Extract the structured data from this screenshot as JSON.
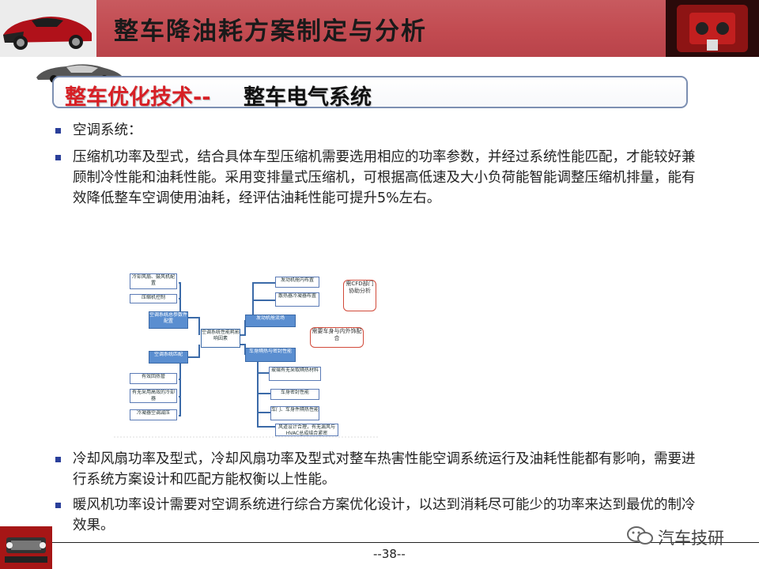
{
  "header": {
    "title": "整车降油耗方案制定与分析"
  },
  "section": {
    "title_red": "整车优化技术--",
    "title_black": "整车电气系统"
  },
  "bullets": [
    "空调系统：",
    "压缩机功率及型式，结合具体车型压缩机需要选用相应的功率参数，并经过系统性能匹配，才能较好兼顾制冷性能和油耗性能。采用变排量式压缩机，可根据高低速及大小负荷能智能调整压缩机排量，能有效降低整车空调使用油耗，经评估油耗性能可提升5%左右。",
    "冷却风扇功率及型式，冷却风扇功率及型式对整车热害性能空调系统运行及油耗性能都有影响，需要进行系统方案设计和匹配方能权衡以上性能。",
    "暖风机功率设计需要对空调系统进行综合方案优化设计，以达到消耗尽可能少的功率来达到最优的制冷效果。"
  ],
  "diagram": {
    "center": "空调系统性能耗影响因素",
    "left_upper_hub": "空调系统总参数件配置",
    "left_lower_hub": "空调系统匹配",
    "left_upper_leaves": [
      "冷却风扇、鼓风机配置",
      "压缩机控制"
    ],
    "left_lower_leaves": [
      "有效回热管",
      "有无采用高效的冷却器",
      "冷凝器空调减压"
    ],
    "right_hub_upper": "发动机舱流场",
    "right_hub_lower": "车身隔热与密封性能",
    "right_upper_leaves": [
      "发动机舱内布置",
      "散热器冷凝器布置"
    ],
    "right_lower_leaves": [
      "玻璃有无采取隔热材料",
      "车身密封性能",
      "车门、车身件隔热性能",
      "风道设计合理，有无漏风与HVAC总成结合紧密"
    ],
    "callout_cfd": "需CFD部门协助分析",
    "callout_body": "需要车身与内外饰配合"
  },
  "footer": {
    "page": "--38--",
    "brand": "汽车技研"
  },
  "colors": {
    "header_band": "#c24b51",
    "banner_border": "#7c8fb2",
    "title_red": "#d71f25",
    "bullet": "#2a3f9a",
    "flow_blue": "#5a8ed0"
  }
}
